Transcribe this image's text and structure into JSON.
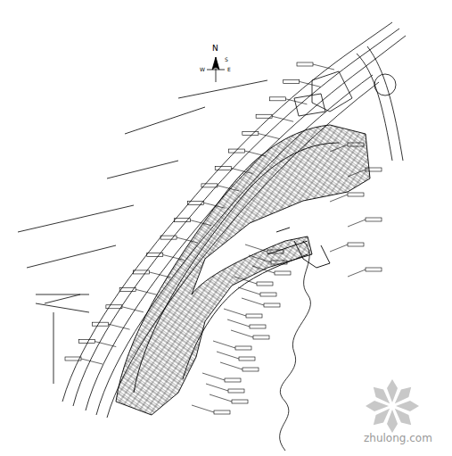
{
  "diagram": {
    "labels": [
      "N",
      "S",
      "W",
      "E",
      "zhulong.com"
    ]
  }
}
